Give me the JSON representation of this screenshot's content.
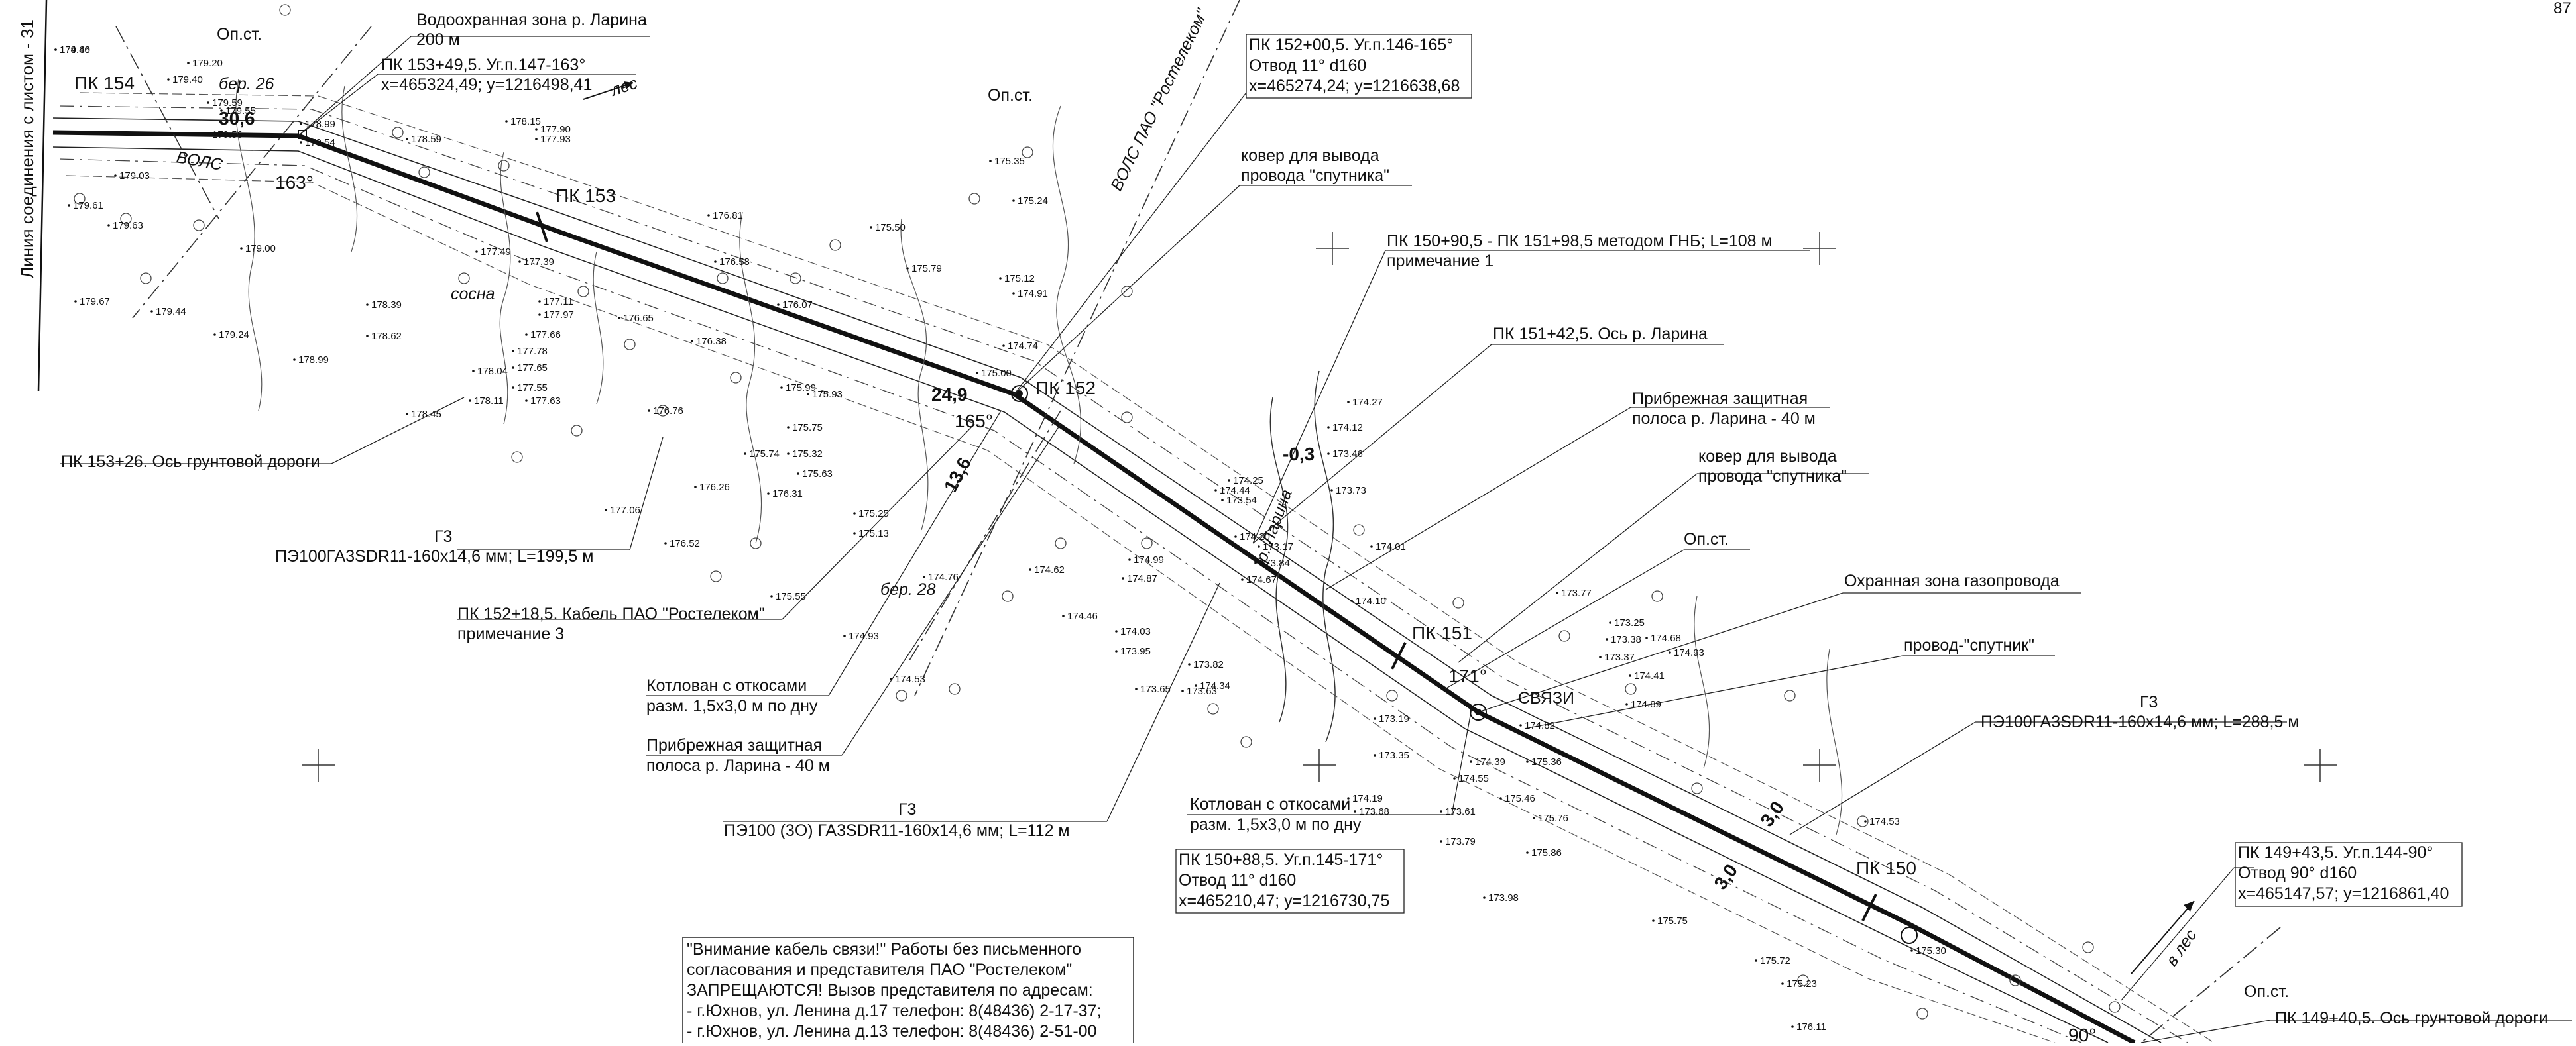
{
  "sheet": {
    "page_number": "87",
    "join_line": "Линия соединения с листом - 31"
  },
  "callouts": {
    "water_zone": [
      "Водоохранная зона р. Ларина",
      "200 м"
    ],
    "pk153_49": [
      "ПК 153+49,5. Уг.п.147-163°",
      "x=465324,49; y=1216498,41"
    ],
    "pk152_00": [
      "ПК 152+00,5. Уг.п.146-165°",
      "Отвод 11° d160",
      "x=465274,24; y=1216638,68"
    ],
    "op_st_1": "Оп.ст.",
    "op_st_2": "Оп.ст.",
    "op_st_3": "Оп.ст.",
    "op_st_4": "Оп.ст.",
    "carpet_1": [
      "ковер для вывода",
      "провода \"спутника\""
    ],
    "gnb": [
      "ПК 150+90,5 - ПК 151+98,5 методом ГНБ; L=108 м",
      "примечание 1"
    ],
    "river_axis": "ПК 151+42,5. Ось р. Ларина",
    "shore_strip_right": [
      "Прибрежная защитная",
      "полоса р. Ларина - 40 м"
    ],
    "carpet_2": [
      "ковер для вывода",
      "провода \"спутника\""
    ],
    "gas_zone": "Охранная зона газопровода",
    "wire_sputnik": "провод-\"спутник\"",
    "g3_right": [
      "Г3",
      "ПЭ100ГА3SDR11-160х14,6 мм; L=288,5 м"
    ],
    "pk149_43": [
      "ПК 149+43,5. Уг.п.144-90°",
      "Отвод 90° d160",
      "x=465147,57; y=1216861,40"
    ],
    "pk149_40": "ПК 149+40,5. Ось грунтовой дороги",
    "pk153_26": "ПК 153+26. Ось грунтовой дороги",
    "g3_left": [
      "Г3",
      "ПЭ100ГА3SDR11-160х14,6 мм; L=199,5 м"
    ],
    "cable_152": [
      "ПК 152+18,5. Кабель ПАО \"Ростелеком\"",
      "примечание 3"
    ],
    "pit_left": [
      "Котлован с откосами",
      "разм. 1,5х3,0 м по дну"
    ],
    "shore_strip_left": [
      "Прибрежная защитная",
      "полоса р. Ларина - 40 м"
    ],
    "g3_bottom": [
      "Г3",
      "ПЭ100 (3О) ГА3SDR11-160х14,6 мм; L=112 м"
    ],
    "pit_right": [
      "Котлован с откосами",
      "разм. 1,5х3,0 м по дну"
    ],
    "pk150_88": [
      "ПК 150+88,5. Уг.п.145-171°",
      "Отвод 11° d160",
      "x=465210,47; y=1216730,75"
    ]
  },
  "notice": [
    "\"Внимание кабель связи!\" Работы без письменного",
    "согласования и представителя ПАО \"Ростелеком\"",
    "ЗАПРЕЩАЮТСЯ! Вызов представителя по адресам:",
    "- г.Юхнов, ул. Ленина д.17 телефон: 8(48436) 2-17-37;",
    "- г.Юхнов, ул. Ленина д.13 телефон: 8(48436) 2-51-00"
  ],
  "map_labels": {
    "pk154": "ПК 154",
    "pk153": "ПК 153",
    "pk152": "ПК 152",
    "pk151": "ПК 151",
    "pk150": "ПК 150",
    "angle_163": "163°",
    "angle_165": "165°",
    "angle_171": "171°",
    "angle_90": "90°",
    "dist_30_6": "30,6",
    "dist_24_9": "24,9",
    "dist_13_6": "13,6",
    "dist_0_3": "-0,3",
    "dist_3_0a": "3,0",
    "dist_3_0b": "3,0",
    "les_top": "лес",
    "les_bottom": "в лес",
    "vols": "ВОЛС ПАО \"Ростелеком\"",
    "river": "р. Ларина",
    "bereg_top": "бер. 26",
    "bereg_mid": "бер. 28",
    "sosna": "сосна",
    "vols_left": "ВОЛС",
    "svyaz": "СВЯЗИ"
  },
  "elevations": [
    "179.66",
    "179.20",
    "179.40",
    "179.59",
    "179.55",
    "179.56",
    "178.99",
    "179.54",
    "179.03",
    "179.61",
    "179.63",
    "179.00",
    "179.67",
    "179.44",
    "179.24",
    "178.99",
    "178.15",
    "177.90",
    "177.93",
    "178.59",
    "178.62",
    "178.45",
    "178.39",
    "178.04",
    "178.11",
    "177.49",
    "177.39",
    "177.11",
    "177.97",
    "177.66",
    "177.78",
    "177.65",
    "177.55",
    "177.63",
    "177.06",
    "176.81",
    "176.58",
    "176.65",
    "176.38",
    "176.76",
    "176.26",
    "176.52",
    "176.07",
    "175.99",
    "175.93",
    "175.75",
    "175.74",
    "175.32",
    "176.31",
    "175.63",
    "175.55",
    "175.25",
    "175.13",
    "174.93",
    "174.53",
    "175.79",
    "175.50",
    "175.35",
    "175.24",
    "175.12",
    "174.91",
    "174.74",
    "175.00",
    "174.76",
    "174.62",
    "174.46",
    "174.99",
    "174.87",
    "174.03",
    "173.95",
    "173.65",
    "174.34",
    "173.82",
    "173.63",
    "173.17",
    "174.10",
    "174.01",
    "173.77",
    "173.25",
    "174.68",
    "174.93",
    "174.41",
    "173.38",
    "173.37",
    "174.89",
    "174.82",
    "175.36",
    "175.46",
    "175.76",
    "175.86",
    "175.75",
    "174.53",
    "175.30",
    "175.72",
    "175.23",
    "176.11",
    "174.39",
    "174.55",
    "173.68",
    "173.61",
    "173.79",
    "173.98",
    "173.19",
    "173.35",
    "174.19",
    "173.73",
    "174.12",
    "174.27",
    "173.46",
    "173.54",
    "174.44",
    "174.25",
    "174.20",
    "173.84",
    "174.67",
    "174.40"
  ]
}
